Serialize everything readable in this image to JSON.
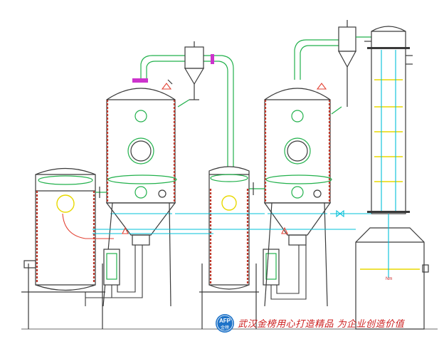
{
  "watermark": {
    "logo_text": "AFP",
    "logo_subtext": "金榜",
    "slogan": "武汉金榜用心打造精品 为企业创造价值"
  },
  "labels": {
    "column_marker": "Nm"
  },
  "colors": {
    "outline": "#3a3a3a",
    "steam_pipe": "#22b14c",
    "process_pipe": "#00c0d8",
    "heating_jacket": "#c0392b",
    "level_mark": "#e8d800",
    "brand_red": "#cc1f1f"
  }
}
